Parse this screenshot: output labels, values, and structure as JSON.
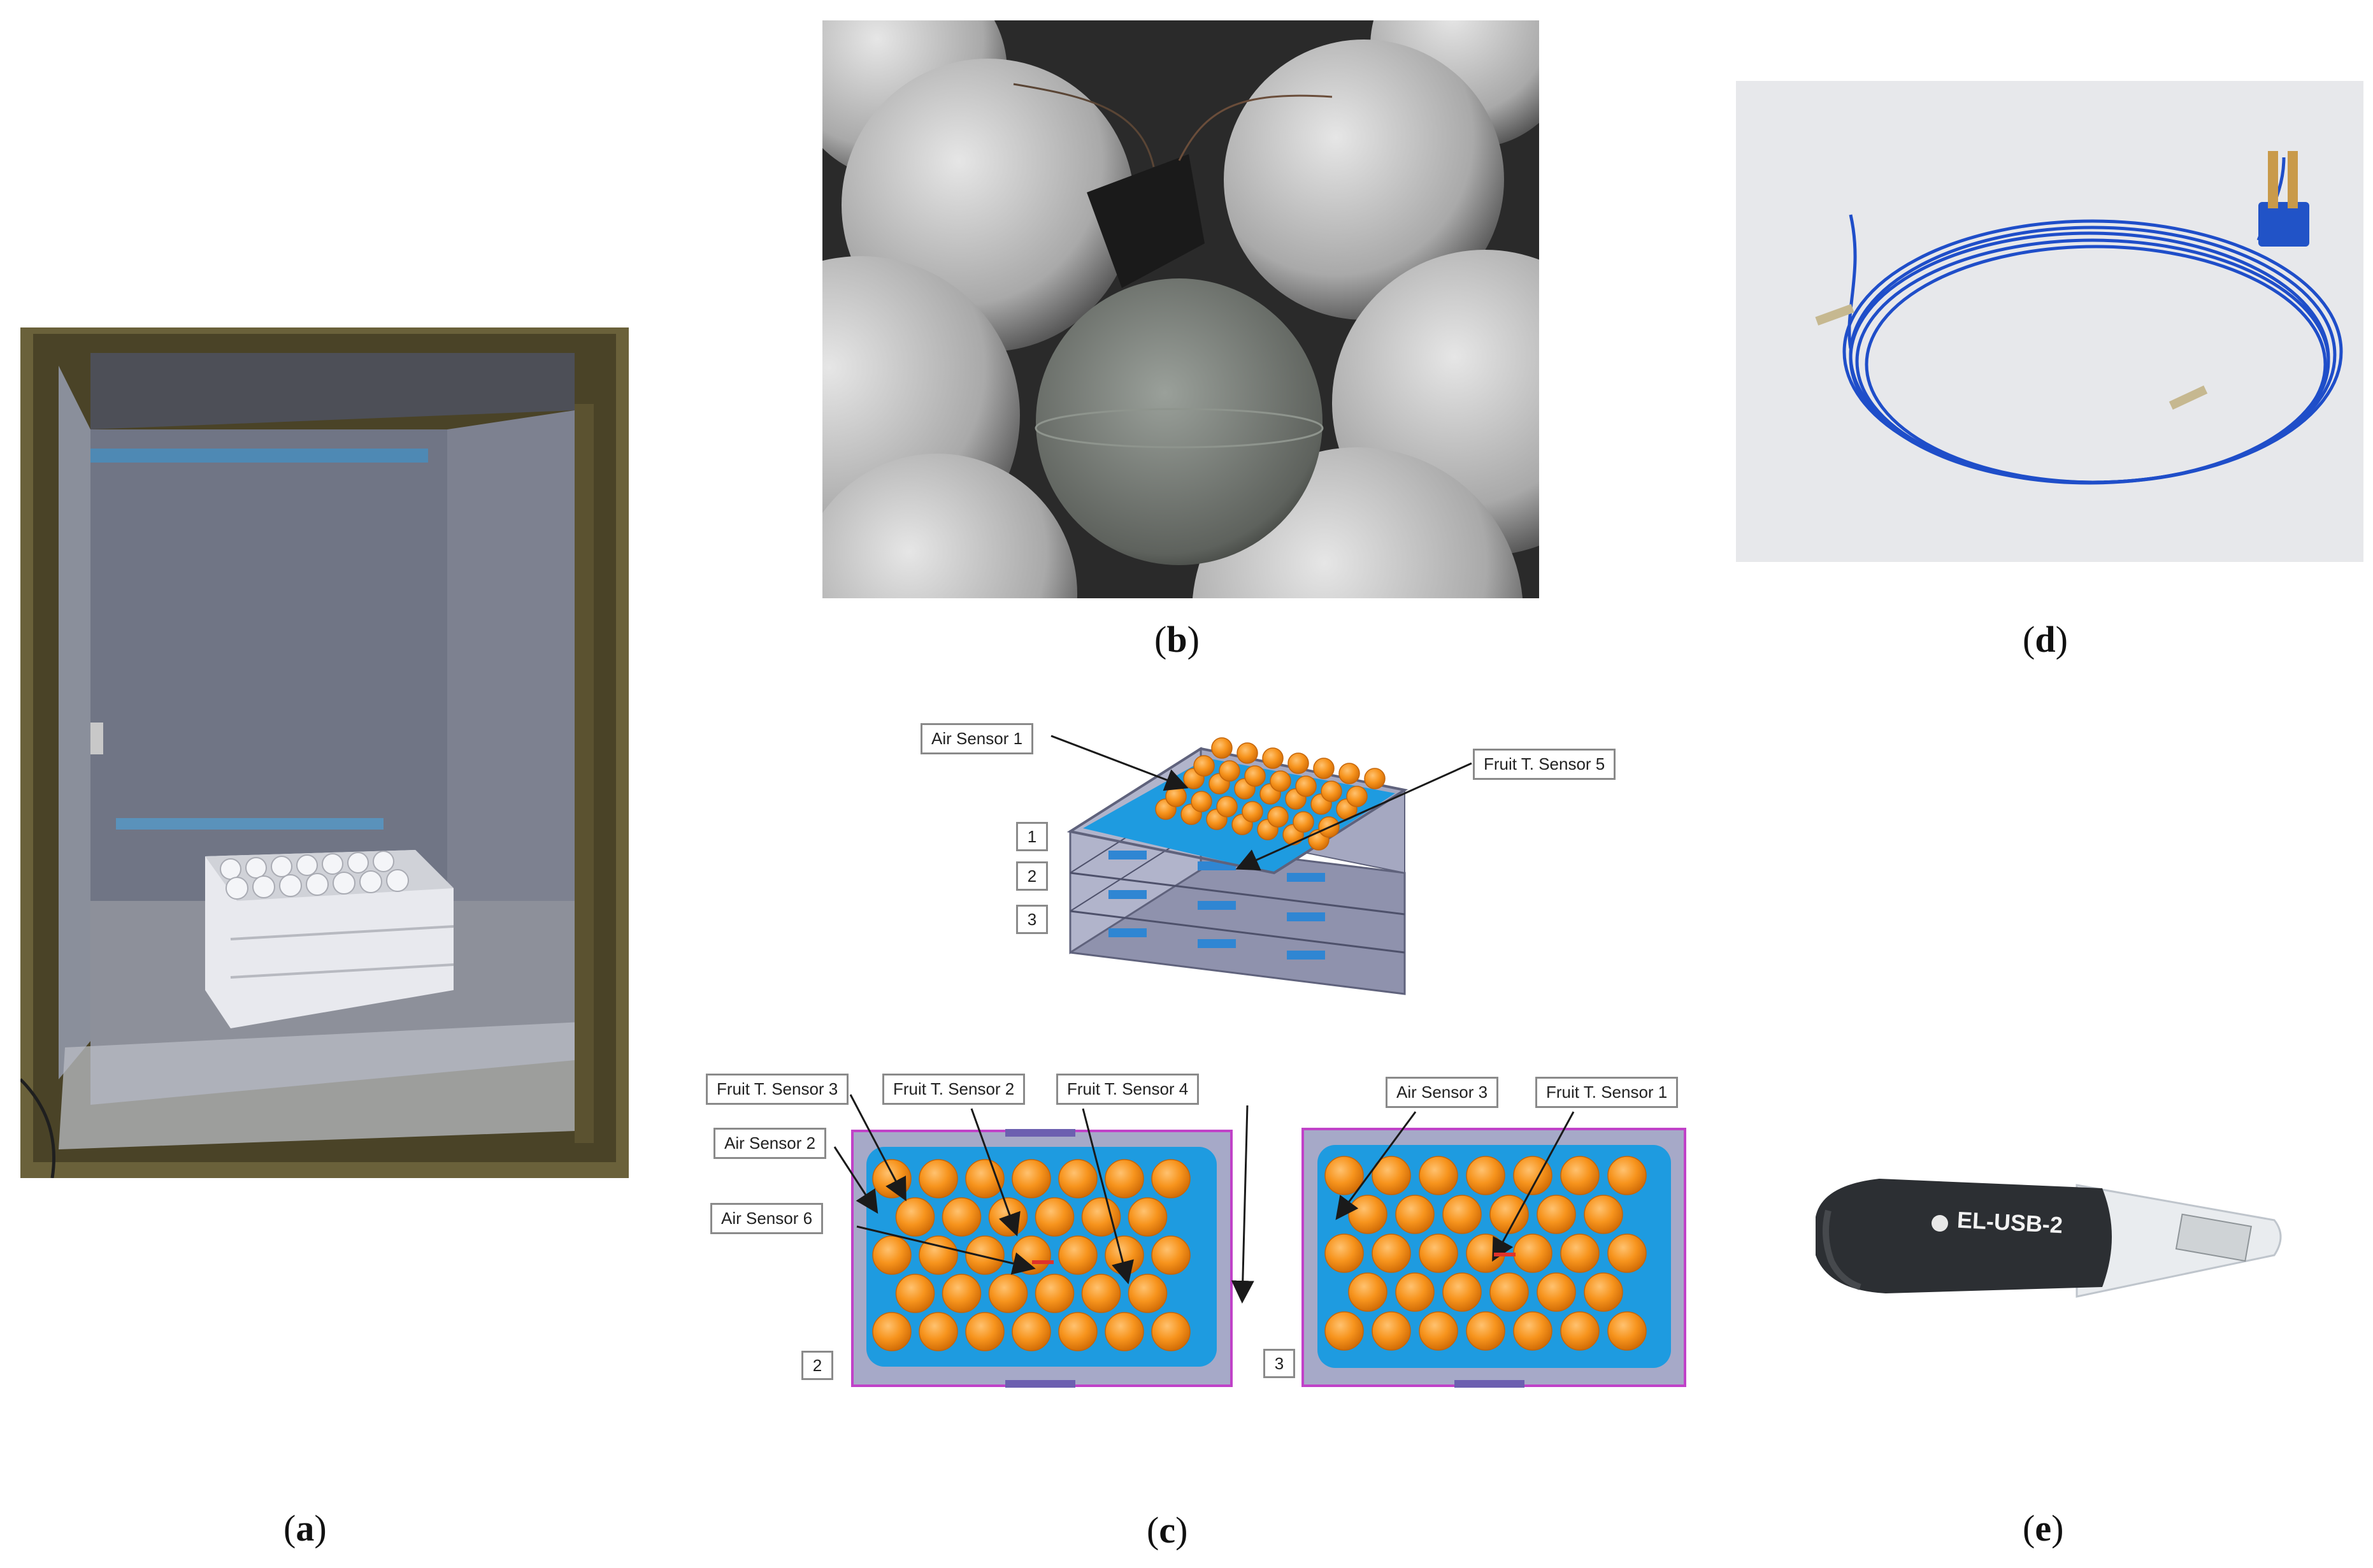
{
  "panels": {
    "a": {
      "label_open": "(",
      "letter": "a",
      "label_close": ")"
    },
    "b": {
      "label_open": "(",
      "letter": "b",
      "label_close": ")"
    },
    "c": {
      "label_open": "(",
      "letter": "c",
      "label_close": ")"
    },
    "d": {
      "label_open": "(",
      "letter": "d",
      "label_close": ")"
    },
    "e": {
      "label_open": "(",
      "letter": "e",
      "label_close": ")"
    }
  },
  "diagram": {
    "top_view_callouts": {
      "air_sensor_1": "Air Sensor 1",
      "fruit_sensor_5": "Fruit T. Sensor 5"
    },
    "layer_numbers": [
      "1",
      "2",
      "3"
    ],
    "left_tray": {
      "number": "2",
      "callouts": {
        "fruit_sensor_3": "Fruit T. Sensor 3",
        "fruit_sensor_2": "Fruit T. Sensor 2",
        "fruit_sensor_4": "Fruit T. Sensor 4",
        "air_sensor_2": "Air Sensor 2",
        "air_sensor_6": "Air Sensor 6"
      }
    },
    "right_tray": {
      "number": "3",
      "callouts": {
        "air_sensor_3": "Air Sensor 3",
        "fruit_sensor_1": "Fruit T. Sensor 1"
      }
    }
  },
  "logger": {
    "brand_text": "EL-USB-2"
  },
  "colors": {
    "fruit": "#f7941d",
    "tray_blue": "#1e9be0",
    "tray_frame": "#a6a9c8",
    "tray_border": "#c042c8"
  }
}
